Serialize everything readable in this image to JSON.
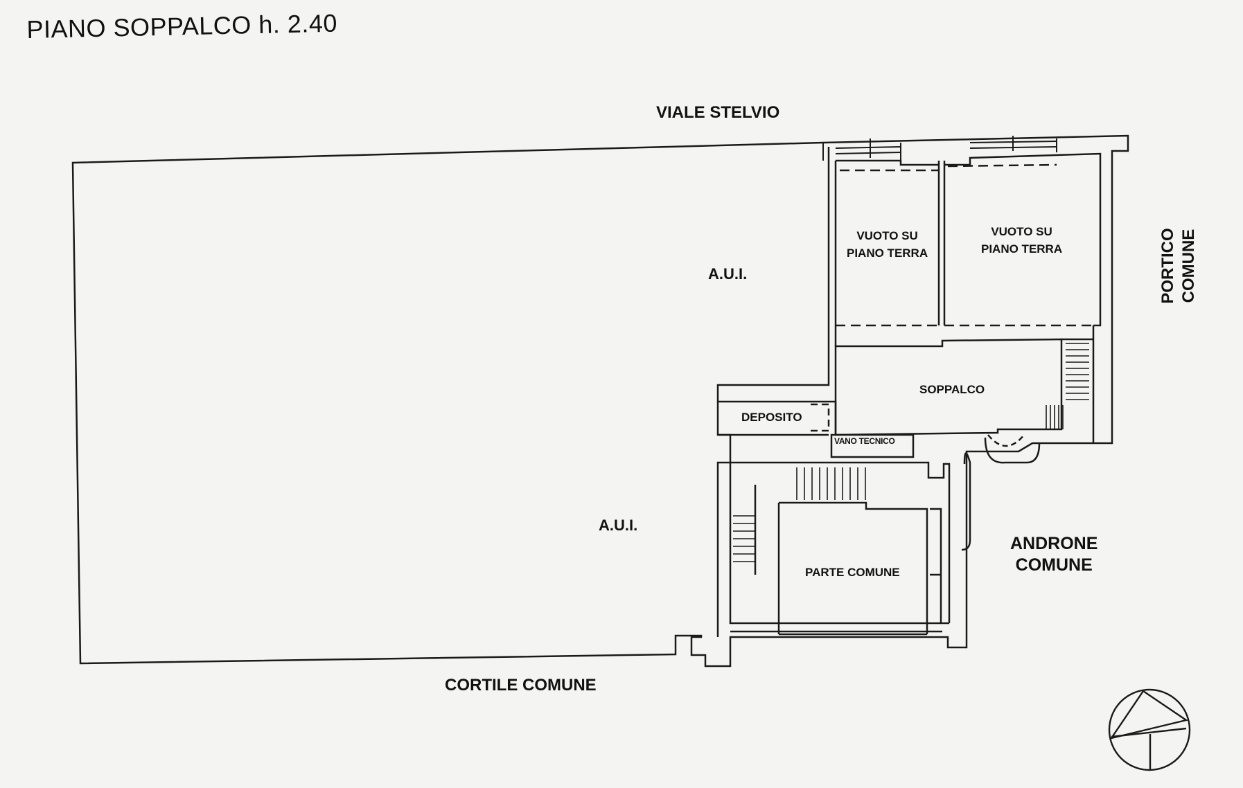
{
  "title": "PIANO SOPPALCO h. 2.40",
  "streets": {
    "north": "VIALE STELVIO",
    "south": "CORTILE COMUNE",
    "east": [
      "PORTICO",
      "COMUNE"
    ]
  },
  "areas": {
    "aui_top": "A.U.I.",
    "aui_bottom": "A.U.I.",
    "androne": [
      "ANDRONE",
      "COMUNE"
    ]
  },
  "rooms": {
    "vuoto_left": [
      "VUOTO SU",
      "PIANO TERRA"
    ],
    "vuoto_right": [
      "VUOTO SU",
      "PIANO TERRA"
    ],
    "soppalco": "SOPPALCO",
    "deposito": "DEPOSITO",
    "vano_tecnico": "VANO TECNICO",
    "parte_comune": "PARTE COMUNE"
  },
  "north_arrow_icon": "north-arrow-icon",
  "line_color": "#1a1a1a",
  "paper_color": "#f4f4f2"
}
